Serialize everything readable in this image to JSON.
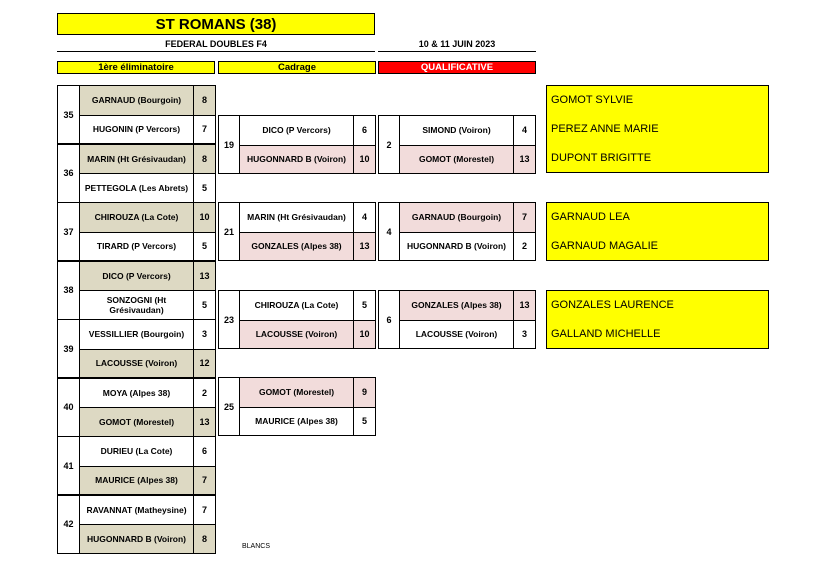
{
  "header": {
    "title": "ST ROMANS (38)",
    "event": "FEDERAL DOUBLES F4",
    "dates": "10 & 11 JUIN 2023"
  },
  "sections": {
    "round1": "1ère éliminatoire",
    "round2": "Cadrage",
    "round3": "QUALIFICATIVE"
  },
  "colors": {
    "highlight_yellow": "#ffff00",
    "qualif_red": "#ff0000",
    "winner_beige": "#ddd9c3",
    "winner_pink": "#f2dcdb"
  },
  "round1": [
    {
      "id": "35",
      "teams": [
        {
          "name": "GARNAUD (Bourgoin)",
          "score": "8",
          "winner": true
        },
        {
          "name": "HUGONIN (P Vercors)",
          "score": "7",
          "winner": false
        }
      ]
    },
    {
      "id": "36",
      "teams": [
        {
          "name": "MARIN (Ht Grésivaudan)",
          "score": "8",
          "winner": true
        },
        {
          "name": "PETTEGOLA (Les Abrets)",
          "score": "5",
          "winner": false
        }
      ]
    },
    {
      "id": "37",
      "teams": [
        {
          "name": "CHIROUZA (La Cote)",
          "score": "10",
          "winner": true
        },
        {
          "name": "TIRARD (P Vercors)",
          "score": "5",
          "winner": false
        }
      ]
    },
    {
      "id": "38",
      "teams": [
        {
          "name": "DICO (P Vercors)",
          "score": "13",
          "winner": true
        },
        {
          "name": "SONZOGNI (Ht Grésivaudan)",
          "score": "5",
          "winner": false
        }
      ]
    },
    {
      "id": "39",
      "teams": [
        {
          "name": "VESSILLIER (Bourgoin)",
          "score": "3",
          "winner": false
        },
        {
          "name": "LACOUSSE (Voiron)",
          "score": "12",
          "winner": true
        }
      ]
    },
    {
      "id": "40",
      "teams": [
        {
          "name": "MOYA (Alpes 38)",
          "score": "2",
          "winner": false
        },
        {
          "name": "GOMOT (Morestel)",
          "score": "13",
          "winner": true
        }
      ]
    },
    {
      "id": "41",
      "teams": [
        {
          "name": "DURIEU (La Cote)",
          "score": "6",
          "winner": false
        },
        {
          "name": "MAURICE (Alpes 38)",
          "score": "7",
          "winner": true
        }
      ]
    },
    {
      "id": "42",
      "teams": [
        {
          "name": "RAVANNAT (Matheysine)",
          "score": "7",
          "winner": false
        },
        {
          "name": "HUGONNARD B (Voiron)",
          "score": "8",
          "winner": true
        }
      ]
    }
  ],
  "round2": [
    {
      "id": "19",
      "teams": [
        {
          "name": "DICO (P Vercors)",
          "score": "6",
          "winner": false
        },
        {
          "name": "HUGONNARD B (Voiron)",
          "score": "10",
          "winner": true
        }
      ]
    },
    {
      "id": "21",
      "teams": [
        {
          "name": "MARIN (Ht Grésivaudan)",
          "score": "4",
          "winner": false
        },
        {
          "name": "GONZALES (Alpes 38)",
          "score": "13",
          "winner": true
        }
      ]
    },
    {
      "id": "23",
      "teams": [
        {
          "name": "CHIROUZA (La Cote)",
          "score": "5",
          "winner": false
        },
        {
          "name": "LACOUSSE (Voiron)",
          "score": "10",
          "winner": true
        }
      ]
    },
    {
      "id": "25",
      "teams": [
        {
          "name": "GOMOT (Morestel)",
          "score": "9",
          "winner": true
        },
        {
          "name": "MAURICE (Alpes 38)",
          "score": "5",
          "winner": false
        }
      ]
    }
  ],
  "round3": [
    {
      "id": "2",
      "teams": [
        {
          "name": "SIMOND (Voiron)",
          "score": "4",
          "winner": false
        },
        {
          "name": "GOMOT (Morestel)",
          "score": "13",
          "winner": true
        }
      ]
    },
    {
      "id": "4",
      "teams": [
        {
          "name": "GARNAUD (Bourgoin)",
          "score": "7",
          "winner": true
        },
        {
          "name": "HUGONNARD B (Voiron)",
          "score": "2",
          "winner": false
        }
      ]
    },
    {
      "id": "6",
      "teams": [
        {
          "name": "GONZALES (Alpes 38)",
          "score": "13",
          "winner": true
        },
        {
          "name": "LACOUSSE (Voiron)",
          "score": "3",
          "winner": false
        }
      ]
    }
  ],
  "qualified": [
    {
      "players": [
        "GOMOT SYLVIE",
        "PEREZ ANNE MARIE",
        "DUPONT BRIGITTE"
      ]
    },
    {
      "players": [
        "GARNAUD LEA",
        "GARNAUD MAGALIE"
      ]
    },
    {
      "players": [
        "GONZALES LAURENCE",
        "GALLAND MICHELLE"
      ]
    }
  ],
  "footer": {
    "note": "BLANCS"
  }
}
